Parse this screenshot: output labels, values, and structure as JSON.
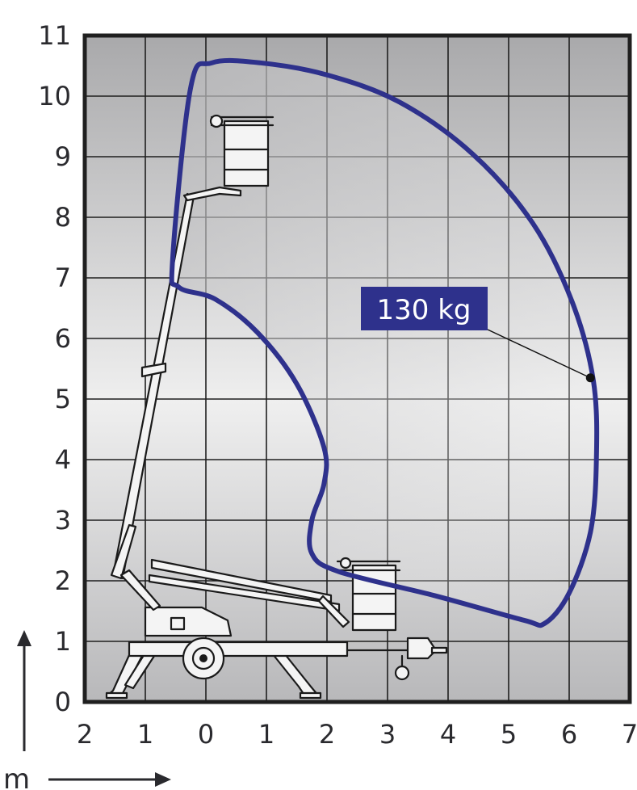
{
  "diagram": {
    "x_ticks": [
      "2",
      "1",
      "0",
      "1",
      "2",
      "3",
      "4",
      "5",
      "6",
      "7"
    ],
    "y_ticks": [
      "0",
      "1",
      "2",
      "3",
      "4",
      "5",
      "6",
      "7",
      "8",
      "9",
      "10",
      "11"
    ],
    "unit_label": "m",
    "load_label": "130 kg",
    "colors": {
      "envelope": "#2e318c",
      "label_bg": "#2e318c",
      "grid": "#1f1f1f",
      "frame": "#1f1f1f"
    }
  },
  "chart_data": {
    "type": "working-envelope",
    "x_tick_labels": [
      "2",
      "1",
      "0",
      "1",
      "2",
      "3",
      "4",
      "5",
      "6",
      "7"
    ],
    "y_tick_labels": [
      "0",
      "1",
      "2",
      "3",
      "4",
      "5",
      "6",
      "7",
      "8",
      "9",
      "10",
      "11"
    ],
    "xlim": [
      -2,
      7
    ],
    "ylim": [
      0,
      11
    ],
    "unit": "m",
    "series": [
      {
        "name": "130 kg",
        "outline": [
          [
            -0.55,
            7.3
          ],
          [
            -0.25,
            10.15
          ],
          [
            0.1,
            10.55
          ],
          [
            0.9,
            10.55
          ],
          [
            2.0,
            10.35
          ],
          [
            3.2,
            9.9
          ],
          [
            4.4,
            9.05
          ],
          [
            5.4,
            7.9
          ],
          [
            6.05,
            6.6
          ],
          [
            6.4,
            5.3
          ],
          [
            6.45,
            4.0
          ],
          [
            6.35,
            2.8
          ],
          [
            6.0,
            1.8
          ],
          [
            5.6,
            1.3
          ],
          [
            5.25,
            1.35
          ],
          [
            3.8,
            1.75
          ],
          [
            2.2,
            2.15
          ],
          [
            1.75,
            2.45
          ],
          [
            1.75,
            3.0
          ],
          [
            1.95,
            3.6
          ],
          [
            1.95,
            4.2
          ],
          [
            1.5,
            5.25
          ],
          [
            0.85,
            6.1
          ],
          [
            0.15,
            6.65
          ],
          [
            -0.45,
            6.85
          ],
          [
            -0.55,
            7.3
          ]
        ],
        "marker": [
          6.35,
          5.35
        ]
      }
    ],
    "grid": true
  }
}
